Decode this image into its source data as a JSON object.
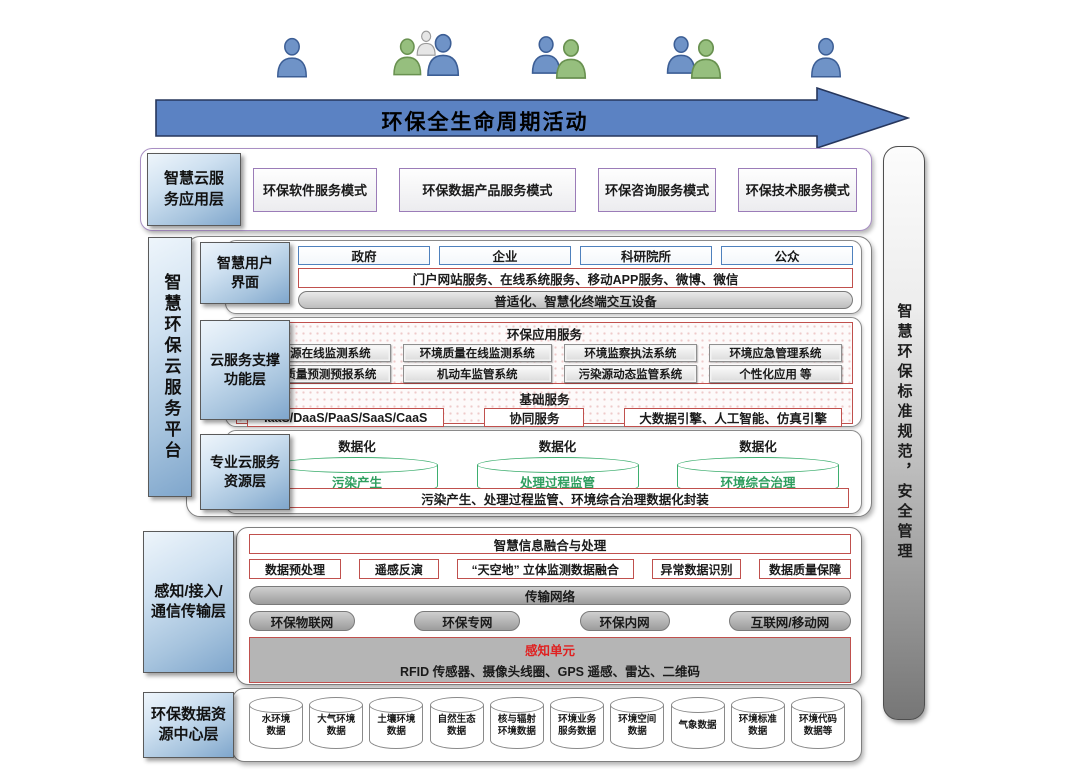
{
  "title_arrow": "环保全生命周期活动",
  "right_bar": "智慧环保标准规范，安全管理",
  "app_layer": {
    "label": "智慧云服\n务应用层",
    "modes": [
      "环保软件服务模式",
      "环保数据产品服务模式",
      "环保咨询服务模式",
      "环保技术服务模式"
    ]
  },
  "platform": {
    "label": "智慧环保云服务平台",
    "user_interface": {
      "label": "智慧用户\n界面",
      "groups": [
        "政府",
        "企业",
        "科研院所",
        "公众"
      ],
      "portal": "门户网站服务、在线系统服务、移动APP服务、微博、微信",
      "terminal": "普适化、智慧化终端交互设备"
    },
    "support": {
      "label": "云服务支撑\n功能层",
      "app_services_title": "环保应用服务",
      "systems": [
        "污染源在线监测系统",
        "环境质量在线监测系统",
        "环境监察执法系统",
        "环境应急管理系统",
        "空气质量预测预报系统",
        "机动车监管系统",
        "污染源动态监管系统",
        "个性化应用 等"
      ],
      "basic_title": "基础服务",
      "basic_items": [
        "IaaS/DaaS/PaaS/SaaS/CaaS",
        "协同服务",
        "大数据引擎、人工智能、仿真引擎"
      ]
    },
    "resource": {
      "label": "专业云服务\n资源层",
      "data_label": "数据化",
      "cylinders": [
        "污染产生",
        "处理过程监管",
        "环境综合治理"
      ],
      "packaging": "污染产生、处理过程监管、环境综合治理数据化封装"
    }
  },
  "perception": {
    "label": "感知/接入/\n通信传输层",
    "fusion_title": "智慧信息融合与处理",
    "fusion_items": [
      "数据预处理",
      "遥感反演",
      "“天空地” 立体监测数据融合",
      "异常数据识别",
      "数据质量保障"
    ],
    "network_bar": "传输网络",
    "networks": [
      "环保物联网",
      "环保专网",
      "环保内网",
      "互联网/移动网"
    ],
    "sensing_title": "感知单元",
    "sensing_items": "RFID 传感器、摄像头线圈、GPS 遥感、雷达、二维码"
  },
  "data_center": {
    "label": "环保数据资\n源中心层",
    "databases": [
      "水环境\n数据",
      "大气环境\n数据",
      "土壤环境\n数据",
      "自然生态\n数据",
      "核与辐射\n环境数据",
      "环境业务\n服务数据",
      "环境空间\n数据",
      "气象数据",
      "环境标准\n数据",
      "环境代码\n数据等"
    ]
  },
  "icons": {
    "people": [
      "user-single-icon",
      "users-trio-icon",
      "users-duo-icon",
      "users-duo-icon",
      "user-single-icon"
    ]
  },
  "colors": {
    "arrow_blue": "#5b82c3",
    "red_border": "#c0504d",
    "blue_border": "#4f81bd",
    "purple_border": "#9b7cb8",
    "green_border": "#3eae6f"
  }
}
